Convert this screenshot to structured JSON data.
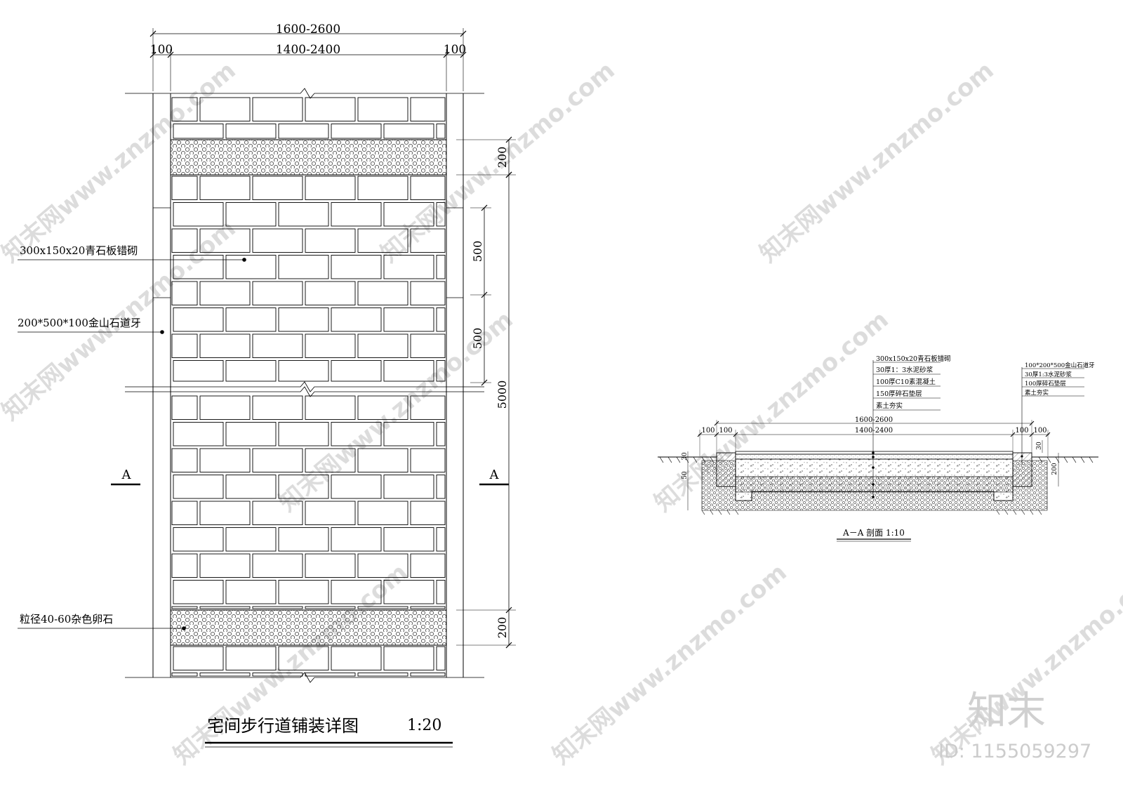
{
  "plan": {
    "dim_overall": "1600-2600",
    "dim_left": "100",
    "dim_inner": "1400-2400",
    "dim_right": "100",
    "dim_band_top": "200",
    "dim_500_a": "500",
    "dim_500_b": "500",
    "dim_total": "5000",
    "dim_band_bottom": "200",
    "label_slab": "300x150x20青石板错砌",
    "label_curb": "200*500*100金山石道牙",
    "label_pebble": "粒径40-60杂色卵石",
    "section_mark_left": "A",
    "section_mark_right": "A",
    "title": "宅间步行道铺装详图",
    "scale": "1:20"
  },
  "section": {
    "layers": [
      "300x150x20青石板错砌",
      "30厚1：3水泥砂浆",
      "100厚C10素混凝土",
      "150厚碎石垫层",
      "素土夯实"
    ],
    "curb_layers": [
      "100*200*500金山石道牙",
      "30厚1:3水泥砂浆",
      "100厚碎石垫层",
      "素土夯实"
    ],
    "dim_overall": "1600-2600",
    "dim_left_outer": "100",
    "dim_left_inner": "100",
    "dim_inner": "1400-2400",
    "dim_right_inner": "100",
    "dim_right_outer": "100",
    "dim_30_left": "30",
    "dim_50_left": "50",
    "dim_30_right": "30",
    "dim_200_right": "200",
    "title": "A－A 剖面  1:10"
  },
  "watermark": {
    "text": "知末网www.znzmo.com",
    "logo": "知末",
    "id": "ID: 1155059297"
  },
  "colors": {
    "line": "#000000",
    "watermark": "#d9d9d9"
  }
}
